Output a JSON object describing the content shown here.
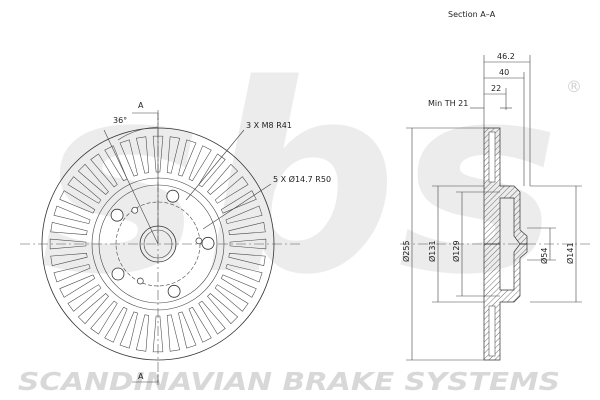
{
  "watermark": {
    "logo_text": "sbs",
    "company": "SCANDINAVIAN BRAKE SYSTEMS",
    "registered_mark": "®"
  },
  "front_view": {
    "section_marker_top": "A",
    "section_marker_bottom": "A",
    "angle_label": "36°",
    "bolt_circle_label": "3 X M8   R41",
    "stud_holes_label": "5 X Ø14.7   R50"
  },
  "section_view": {
    "title": "Section  A–A",
    "min_thickness_label": "Min TH 21",
    "dims": {
      "d46": "46.2",
      "d40": "40",
      "d22": "22",
      "d255": "Ø255",
      "d131": "Ø131",
      "d129": "Ø129",
      "d54": "Ø54",
      "d141": "Ø141"
    }
  },
  "colors": {
    "line": "#333333",
    "watermark": "#d8d8d8"
  }
}
